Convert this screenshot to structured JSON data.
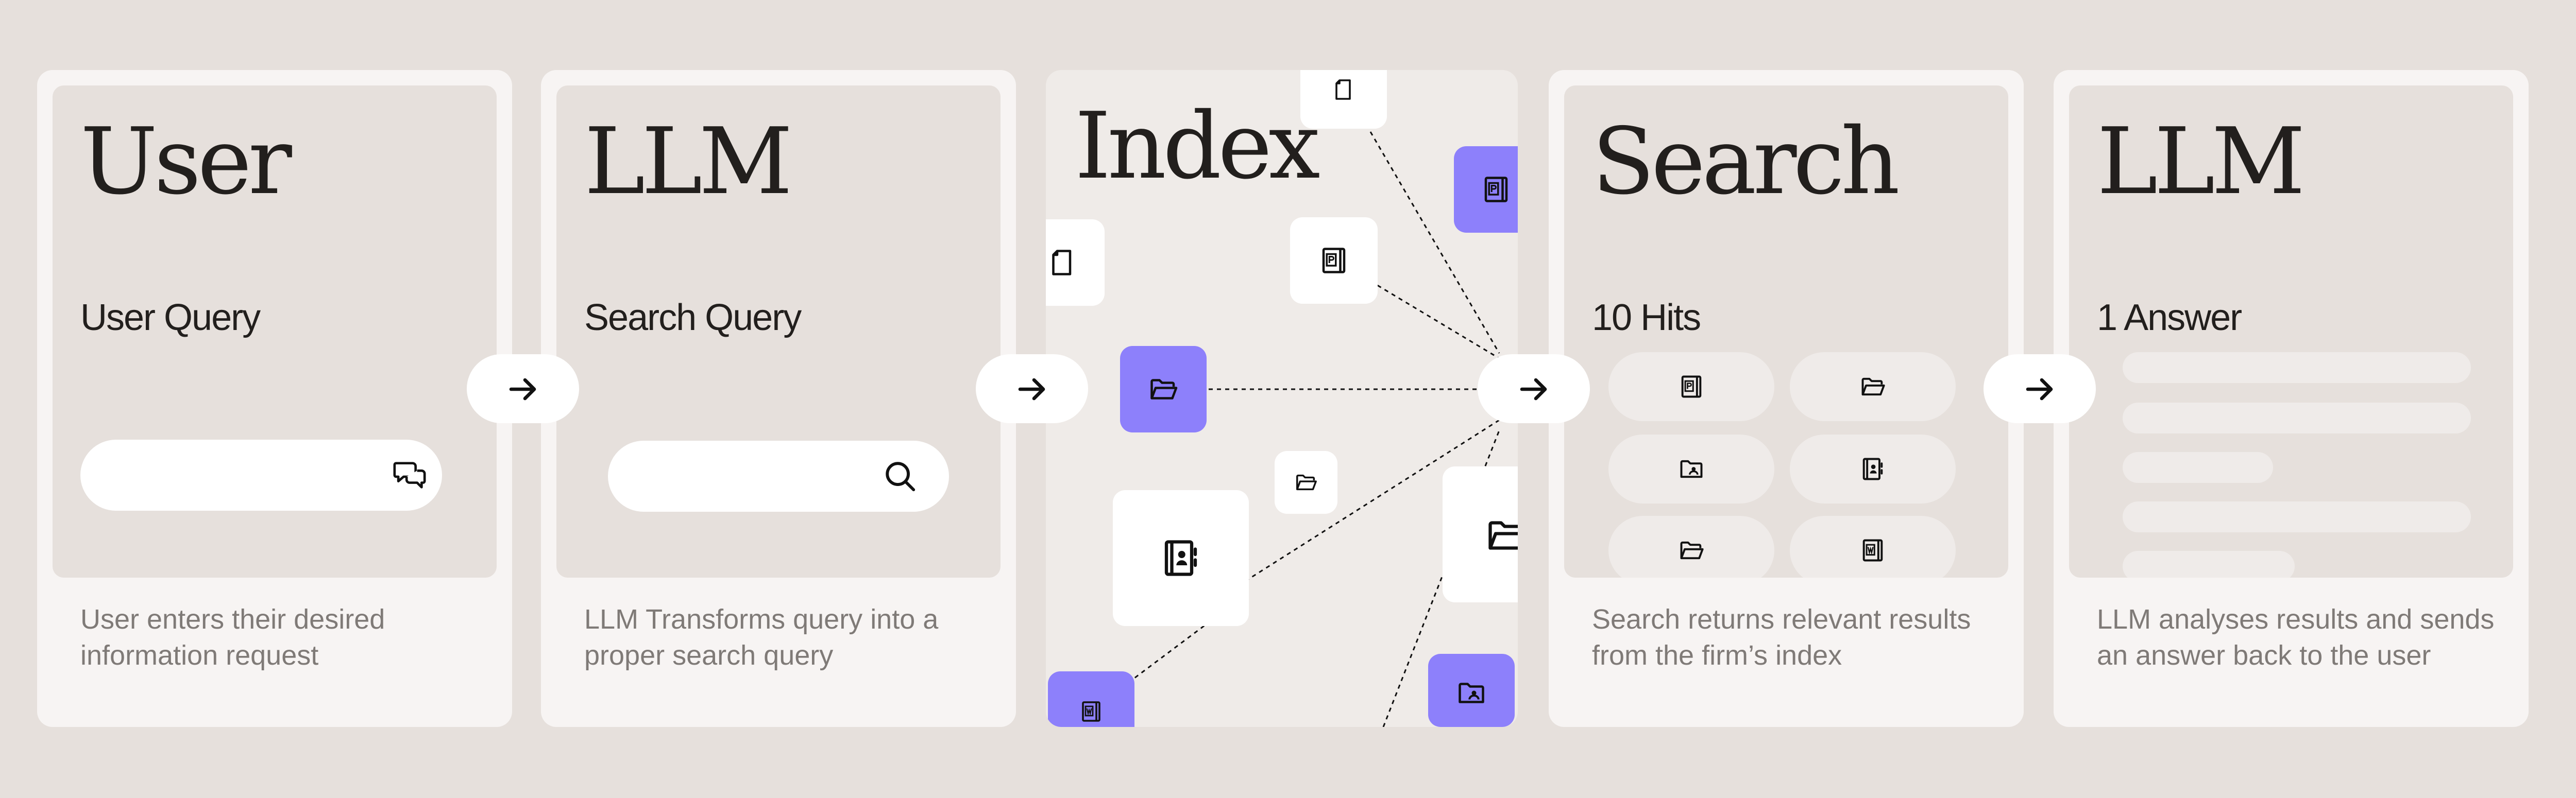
{
  "steps": [
    {
      "title": "User",
      "subtitle": "User Query",
      "description": "User enters their desired information request",
      "input_icon": "chat-bubbles-icon"
    },
    {
      "title": "LLM",
      "subtitle": "Search Query",
      "description": "LLM Transforms query into a proper search query",
      "input_icon": "search-icon"
    },
    {
      "title": "Index",
      "subtitle": "",
      "description": ""
    },
    {
      "title": "Search",
      "subtitle": "10 Hits",
      "description": "Search returns relevant results from the firm’s index"
    },
    {
      "title": "LLM",
      "subtitle": "1 Answer",
      "description": "LLM analyses results and sends an answer back to the user"
    }
  ],
  "connector_icon": "arrow-right-icon",
  "hit_icons": [
    "pdf-document-icon",
    "open-folder-icon",
    "user-folder-icon",
    "contact-book-icon",
    "open-folder-icon",
    "word-document-icon"
  ],
  "index_icons": [
    "document-icon",
    "pdf-document-icon",
    "open-folder-icon",
    "contact-book-icon",
    "word-document-icon",
    "user-folder-icon"
  ],
  "colors": {
    "background": "#e6e0dc",
    "card": "#f7f4f3",
    "panel": "#e6e0dc",
    "accent": "#8d80fb",
    "text": "#221f1d",
    "muted_text": "#7f7a77"
  }
}
